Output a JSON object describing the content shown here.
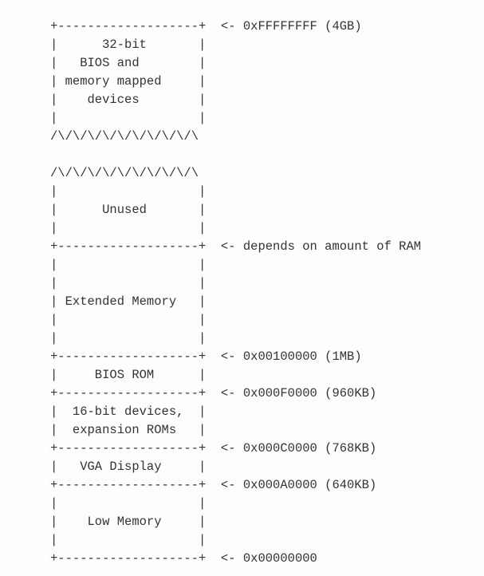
{
  "diagram": {
    "lines": [
      "+-------------------+  <- 0xFFFFFFFF (4GB)",
      "|      32-bit       |",
      "|   BIOS and        |",
      "| memory mapped     |",
      "|    devices        |",
      "|                   |",
      "/\\/\\/\\/\\/\\/\\/\\/\\/\\/\\",
      "",
      "/\\/\\/\\/\\/\\/\\/\\/\\/\\/\\",
      "|                   |",
      "|      Unused       |",
      "|                   |",
      "+-------------------+  <- depends on amount of RAM",
      "|                   |",
      "|                   |",
      "| Extended Memory   |",
      "|                   |",
      "|                   |",
      "+-------------------+  <- 0x00100000 (1MB)",
      "|     BIOS ROM      |",
      "+-------------------+  <- 0x000F0000 (960KB)",
      "|  16-bit devices,  |",
      "|  expansion ROMs   |",
      "+-------------------+  <- 0x000C0000 (768KB)",
      "|   VGA Display     |",
      "+-------------------+  <- 0x000A0000 (640KB)",
      "|                   |",
      "|    Low Memory     |",
      "|                   |",
      "+-------------------+  <- 0x00000000"
    ]
  }
}
